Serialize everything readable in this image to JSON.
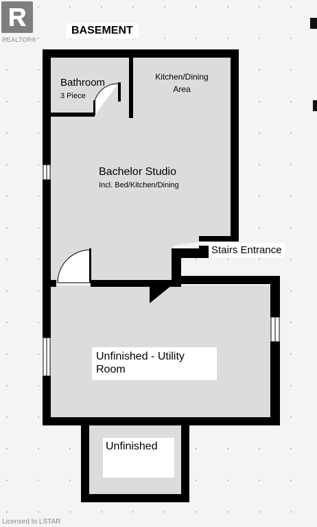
{
  "page": {
    "title": "BASEMENT",
    "logo_text": "REALTOR",
    "logo_symbol": "®",
    "credit": "Licensed to LSTAR"
  },
  "colors": {
    "background": "#f4f4f4",
    "wall": "#000000",
    "room_fill": "#dcdcdc",
    "label_bg": "#ffffff",
    "logo": "#7e7e7e"
  },
  "rooms": {
    "bathroom": {
      "name": "Bathroom",
      "detail": "3 Piece"
    },
    "kitchen": {
      "name": "Kitchen/Dining",
      "detail": "Area"
    },
    "studio": {
      "name": "Bachelor Studio",
      "detail": "Incl. Bed/Kitchen/Dining"
    },
    "stairs": {
      "name": "Stairs Entrance"
    },
    "utility": {
      "name": "Unfinished - Utility",
      "detail": "Room"
    },
    "unfinished": {
      "name": "Unfinished"
    }
  }
}
